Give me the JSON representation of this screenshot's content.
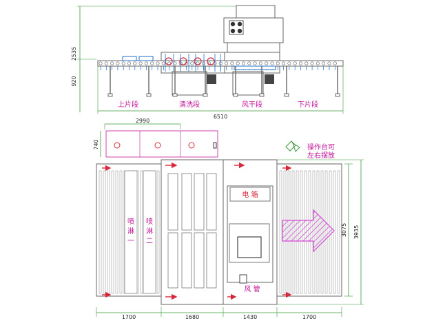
{
  "colors": {
    "line": "#555555",
    "dim_line": "#3a9a3a",
    "magenta": "#c0169a",
    "red": "#d8283a",
    "blue": "#1c6fd1",
    "hatch": "#d24ad2"
  },
  "side_view": {
    "dims": {
      "total_height": "2535",
      "table_height": "920",
      "total_length": "6510"
    },
    "sections": [
      "上片段",
      "清洗段",
      "风干段",
      "下片段"
    ]
  },
  "top_view": {
    "dims": {
      "brush_width": "2990",
      "brush_depth": "740",
      "inner_width": "3075",
      "outer_width": "3935",
      "bottom": [
        "1700",
        "1680",
        "1430",
        "1700"
      ]
    },
    "labels": {
      "spray_1": [
        "喷",
        "淋",
        "一"
      ],
      "spray_2": [
        "喷",
        "淋",
        "二"
      ],
      "electric_box": "电 箱",
      "air_duct": "风 管",
      "console_note_1": "操作台可",
      "console_note_2": "左右摆放"
    }
  }
}
